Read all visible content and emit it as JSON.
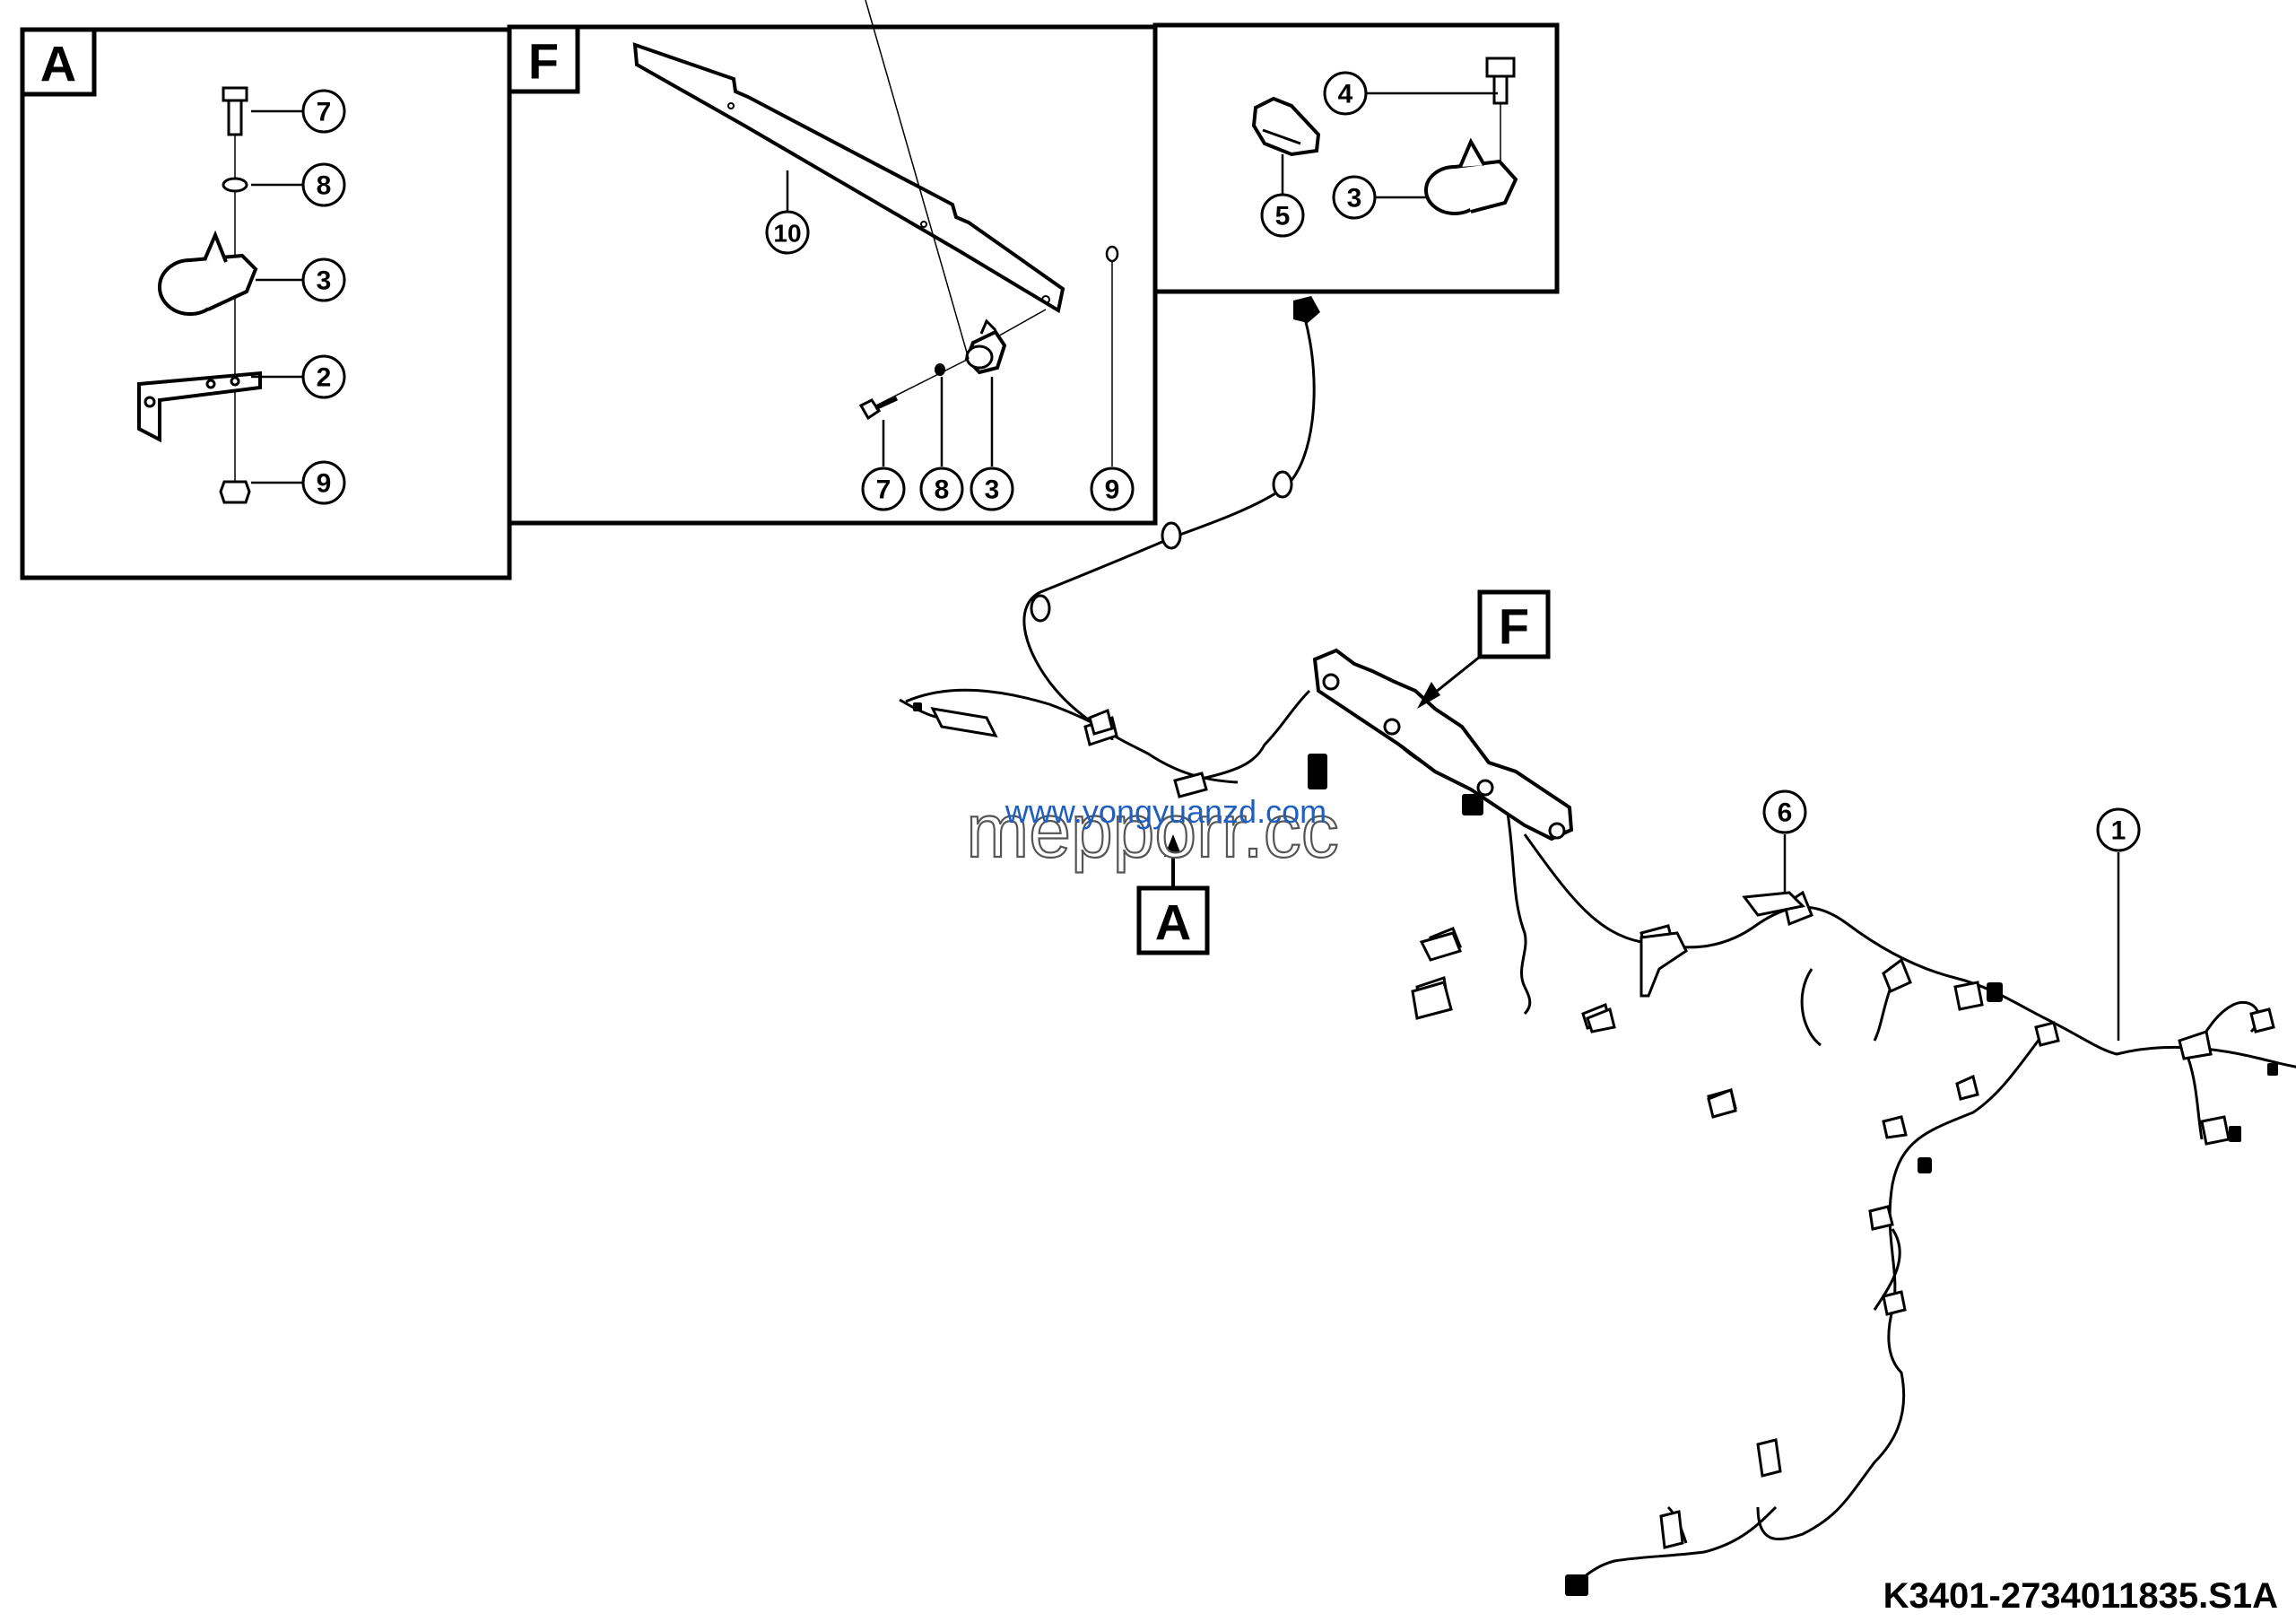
{
  "boxes": {
    "a_label": "A",
    "f_label": "F"
  },
  "callouts": {
    "f_label": "F",
    "a_label": "A"
  },
  "parts": {
    "box_a": [
      "7",
      "8",
      "3",
      "2",
      "9"
    ],
    "box_f": [
      "10",
      "7",
      "8",
      "3",
      "9"
    ],
    "box_top": [
      "4",
      "5",
      "3"
    ],
    "main": [
      "6",
      "1"
    ]
  },
  "sheet_code": "K3401-2734011835.S1A",
  "watermark": {
    "url": "www.yongyuanzd.com",
    "brand": "mepporr.cc"
  },
  "colors": {
    "line": "#000000",
    "watermark_blue": "#1f5fbf"
  }
}
